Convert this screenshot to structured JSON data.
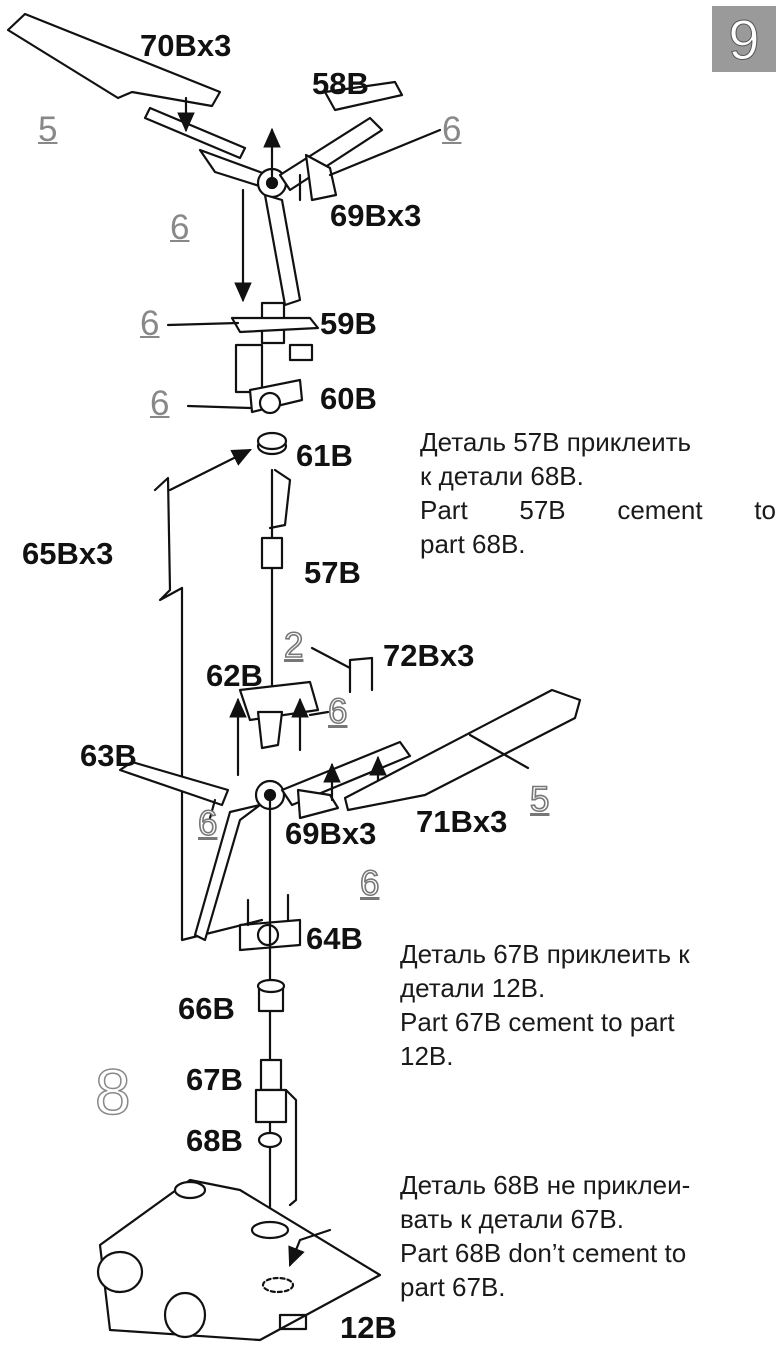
{
  "step_number": "9",
  "previous_step": "8",
  "labels": {
    "p70": "70Bx3",
    "p58": "58B",
    "p69_top": "69Bx3",
    "p59": "59B",
    "p60": "60B",
    "p61": "61B",
    "p65": "65Bx3",
    "p57": "57B",
    "p72": "72Bx3",
    "p62": "62B",
    "p63": "63B",
    "p71": "71Bx3",
    "p69_bottom": "69Bx3",
    "p64": "64B",
    "p66": "66B",
    "p67": "67B",
    "p68": "68B",
    "p12": "12B"
  },
  "sub_refs": {
    "five_top": "5",
    "six_a": "6",
    "six_b": "6",
    "six_c": "6",
    "six_d": "6",
    "two": "2",
    "six_e": "6",
    "five_bottom": "5",
    "six_f": "6",
    "six_g": "6"
  },
  "notes": {
    "n1_ru_1": "Деталь 57B приклеить",
    "n1_ru_2": "к детали 68B.",
    "n1_en_1a": "Part",
    "n1_en_1b": "57B",
    "n1_en_1c": "cement",
    "n1_en_1d": "to",
    "n1_en_2": "part 68B.",
    "n2_ru_1": "Деталь 67B приклеить к",
    "n2_ru_2": "детали 12B.",
    "n2_en_1": "Part 67B cement to part",
    "n2_en_2": "12B.",
    "n3_ru_1": "Деталь 68B не приклеи-",
    "n3_ru_2": "вать к детали 67B.",
    "n3_en_1": "Part 68B don’t cement to",
    "n3_en_2": "part 67B."
  }
}
